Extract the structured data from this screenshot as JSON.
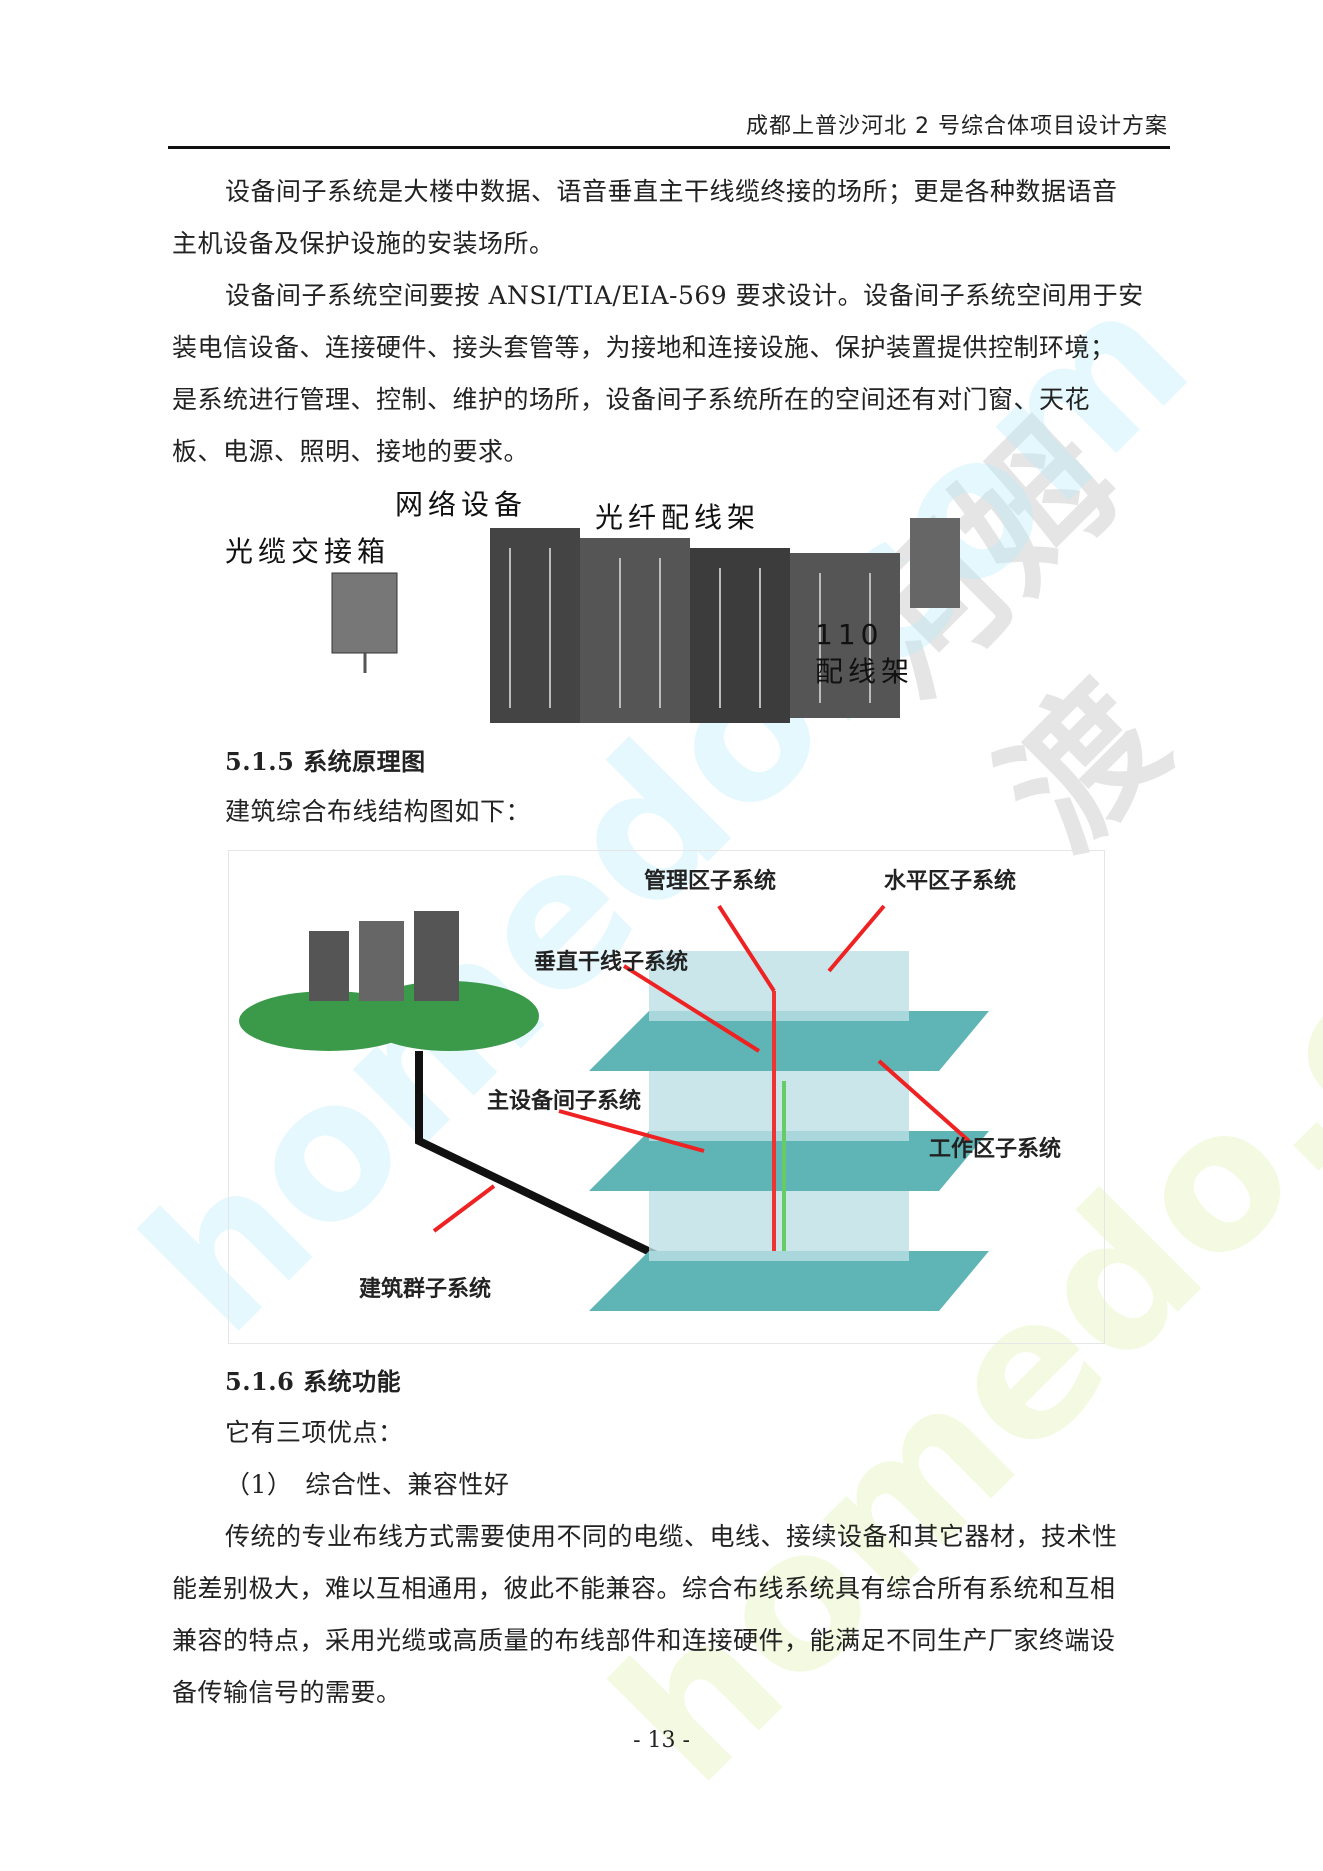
{
  "header": {
    "title": "成都上普沙河北 2 号综合体项目设计方案"
  },
  "paragraphs": [
    [
      "设备间子系统是大楼中数据、语音垂直主干线缆终接的场所；更是各种数据语音",
      "主机设备及保护设施的安装场所。"
    ],
    [
      "设备间子系统空间要按 ANSI/TIA/EIA-569 要求设计。设备间子系统空间用于安",
      "装电信设备、连接硬件、接头套管等，为接地和连接设施、保护装置提供控制环境；",
      "是系统进行管理、控制、维护的场所，设备间子系统所在的空间还有对门窗、天花",
      "板、电源、照明、接地的要求。"
    ]
  ],
  "figure1": {
    "labels": {
      "network": "网络设备",
      "fiber_frame": "光纤配线架",
      "cable_box": "光缆交接箱",
      "frame110_num": "110",
      "frame110": "配线架"
    }
  },
  "section515": {
    "heading": "5.1.5 系统原理图",
    "intro": "建筑综合布线结构图如下："
  },
  "figure2": {
    "labels": {
      "management": "管理区子系统",
      "horizontal": "水平区子系统",
      "vertical": "垂直干线子系统",
      "equipment": "主设备间子系统",
      "work_area": "工作区子系统",
      "campus": "建筑群子系统"
    }
  },
  "section516": {
    "heading": "5.1.6 系统功能",
    "intro": "它有三项优点：",
    "item1": "（1）　综合性、兼容性好",
    "body": [
      "传统的专业布线方式需要使用不同的电缆、电线、接续设备和其它器材，技术性",
      "能差别极大，难以互相通用，彼此不能兼容。综合布线系统具有综合所有系统和互相",
      "兼容的特点，采用光缆或高质量的布线部件和连接硬件，能满足不同生产厂家终端设",
      "备传输信号的需要。"
    ]
  },
  "footer": {
    "page": "- 13 -"
  },
  "watermark": {
    "brand": "河姆渡",
    "site": "homedo.com"
  }
}
